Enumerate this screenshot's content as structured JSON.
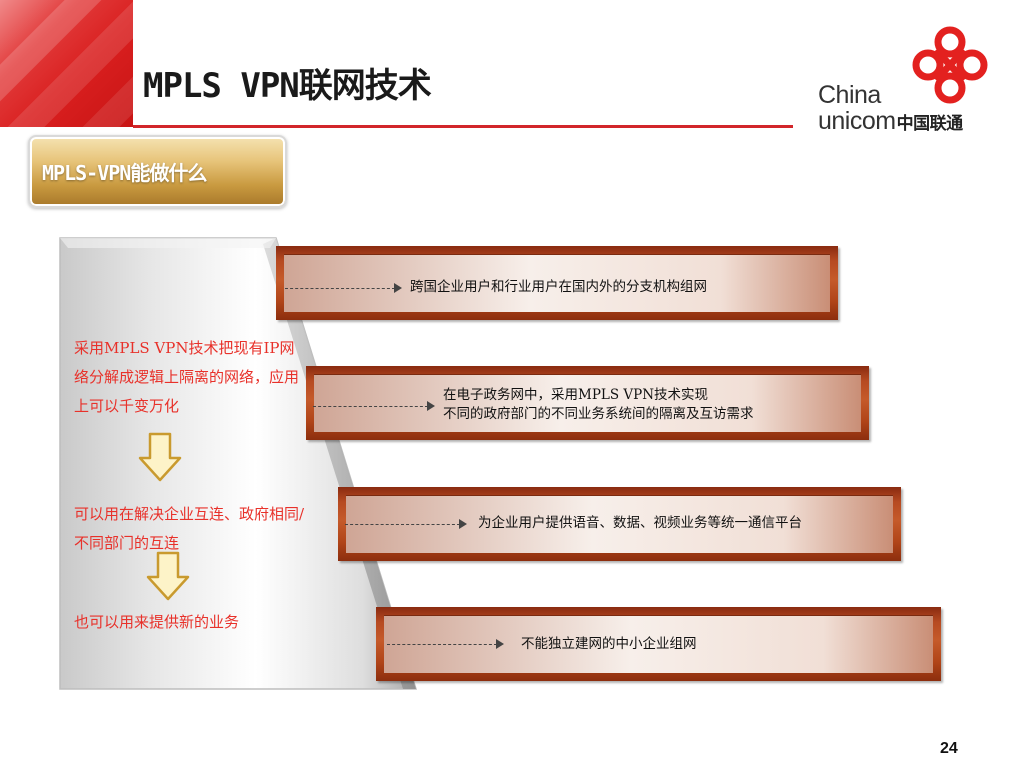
{
  "slide": {
    "title": "MPLS VPN联网技术",
    "page_number": "24"
  },
  "logo": {
    "line1": "China",
    "line2": "unicom",
    "line2_cn": "中国联通",
    "brand_color": "#e3211f"
  },
  "section_button": {
    "label": "MPLS-VPN能做什么"
  },
  "left_panel": {
    "text1": "采用MPLS VPN技术把现有IP网络分解成逻辑上隔离的网络，应用上可以千变万化",
    "text2": "可以用在解决企业互连、政府相同/不同部门的互连",
    "text3": "也可以用来提供新的业务",
    "text_color": "#e8312a"
  },
  "bands": [
    {
      "line1": "跨国企业用户和行业用户在国内外的分支机构组网",
      "line2": ""
    },
    {
      "line1": "在电子政务网中，采用MPLS VPN技术实现",
      "line2": "不同的政府部门的不同业务系统间的隔离及互访需求"
    },
    {
      "line1": "为企业用户提供语音、数据、视频业务等统一通信平台",
      "line2": ""
    },
    {
      "line1": "不能独立建网的中小企业组网",
      "line2": ""
    }
  ],
  "colors": {
    "accent_red": "#d2262a",
    "band_brown": "#b64a21",
    "button_gold": "#c99a40"
  }
}
